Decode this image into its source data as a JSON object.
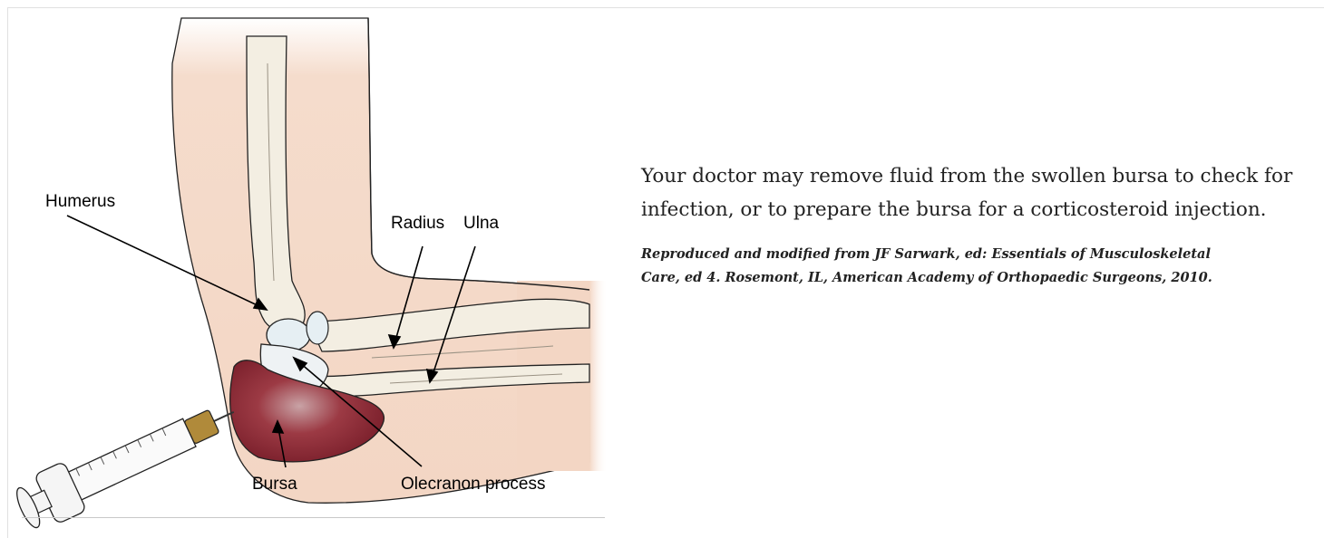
{
  "figure": {
    "labels": {
      "humerus": "Humerus",
      "radius": "Radius",
      "ulna": "Ulna",
      "bursa": "Bursa",
      "olecranon": "Olecranon process"
    },
    "colors": {
      "skin": "#f4d8c8",
      "bone": "#f3eee2",
      "bursa": "#8c2a35",
      "syringe_hub": "#b08a3a"
    }
  },
  "caption": {
    "body": "Your doctor may remove fluid from the swollen bursa to check for infection, or to prepare the bursa for a corticosteroid injection.",
    "credit": "Reproduced and modified from JF Sarwark, ed: Essentials of Musculoskeletal Care, ed 4. Rosemont, IL, American Academy of Orthopaedic Surgeons, 2010."
  }
}
